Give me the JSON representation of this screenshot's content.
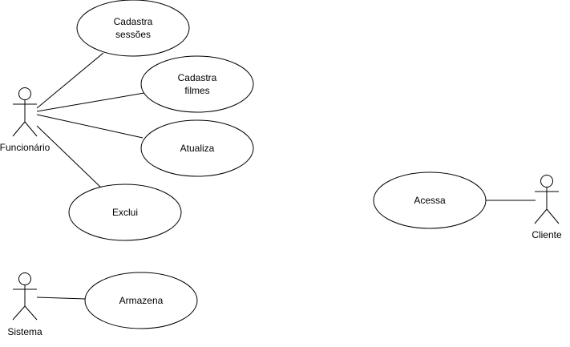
{
  "diagram": {
    "actors": [
      {
        "id": "funcionario",
        "label": "Funcionário"
      },
      {
        "id": "sistema",
        "label": "Sistema"
      },
      {
        "id": "cliente",
        "label": "Cliente"
      }
    ],
    "usecases": [
      {
        "id": "cadastra_sessoes",
        "lines": [
          "Cadastra",
          "sessões"
        ]
      },
      {
        "id": "cadastra_filmes",
        "lines": [
          "Cadastra",
          "filmes"
        ]
      },
      {
        "id": "atualiza",
        "lines": [
          "Atualiza"
        ]
      },
      {
        "id": "exclui",
        "lines": [
          "Exclui"
        ]
      },
      {
        "id": "armazena",
        "lines": [
          "Armazena"
        ]
      },
      {
        "id": "acessa",
        "lines": [
          "Acessa"
        ]
      }
    ],
    "associations": [
      {
        "actor": "funcionario",
        "usecase": "cadastra_sessoes"
      },
      {
        "actor": "funcionario",
        "usecase": "cadastra_filmes"
      },
      {
        "actor": "funcionario",
        "usecase": "atualiza"
      },
      {
        "actor": "funcionario",
        "usecase": "exclui"
      },
      {
        "actor": "sistema",
        "usecase": "armazena"
      },
      {
        "actor": "cliente",
        "usecase": "acessa"
      }
    ]
  }
}
